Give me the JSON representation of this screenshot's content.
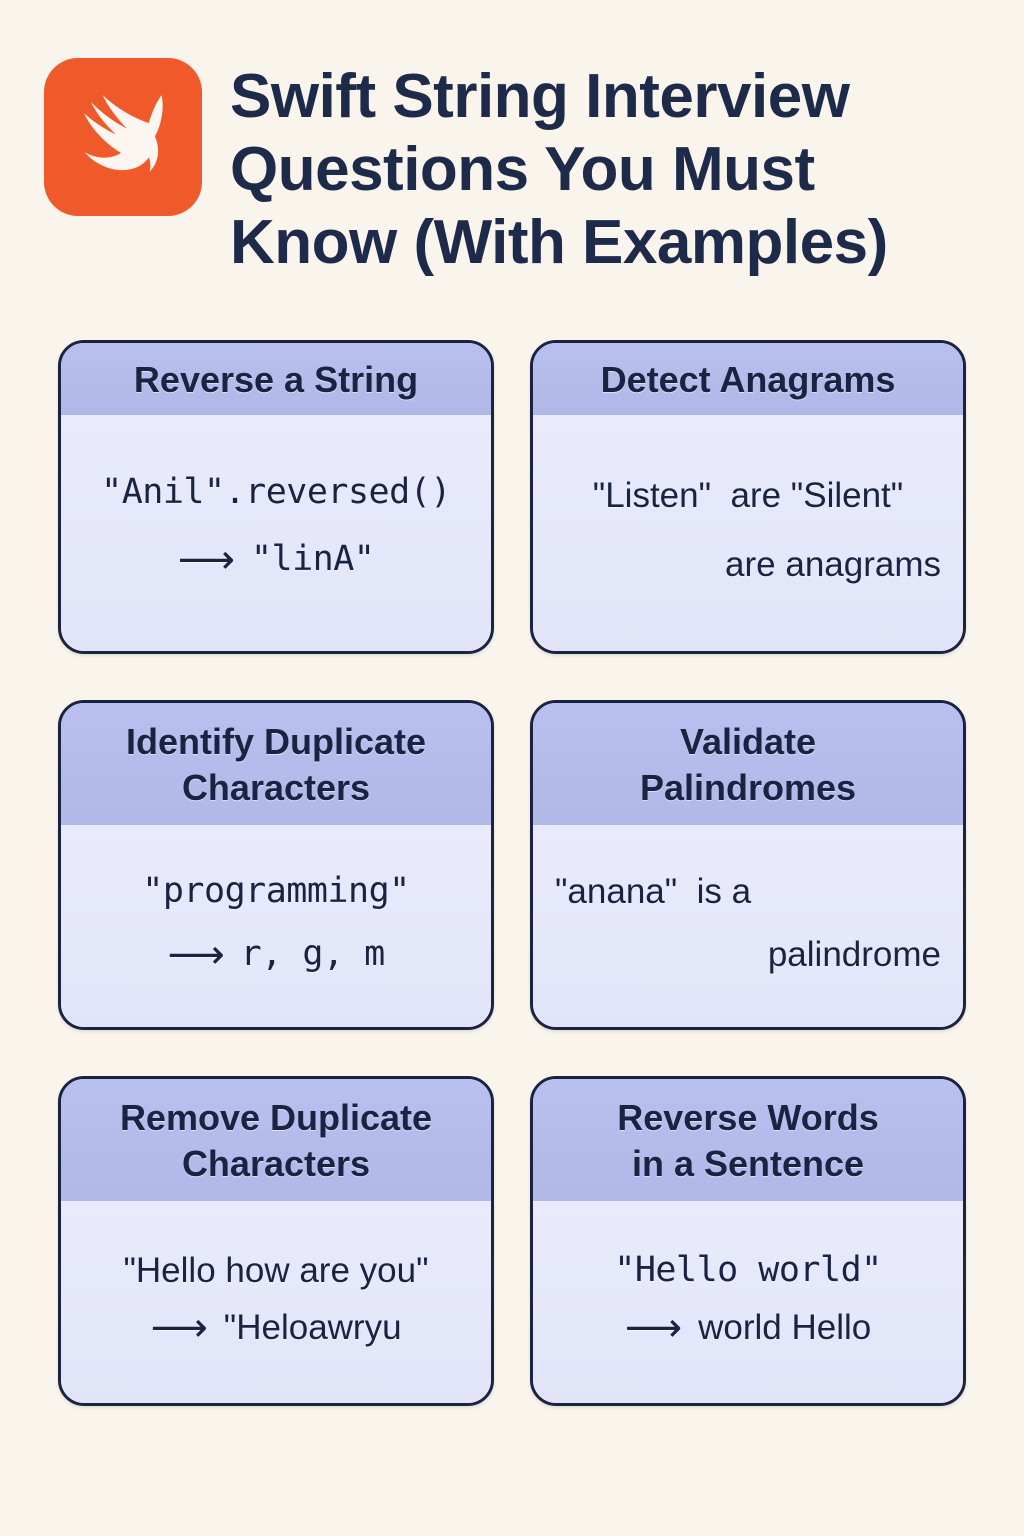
{
  "header": {
    "logo_icon": "swift-bird-logo",
    "logo_bg_color": "#f05a2a",
    "title": "Swift String Interview\nQuestions You Must\nKnow (With Examples)"
  },
  "theme": {
    "page_background": "#faf5ec",
    "card_border": "#1b2342",
    "card_header_band": "#b0b8e8",
    "card_body_bg": "#e7e9fb",
    "text_navy": "#1e2a4a"
  },
  "cards": [
    {
      "title": "Reverse a String",
      "lines": [
        {
          "text": "\"Anil\".reversed()",
          "font": "mono",
          "align": "center",
          "arrow": false
        },
        {
          "text": "\"linA\"",
          "font": "mono",
          "align": "center",
          "arrow": true
        }
      ]
    },
    {
      "title": "Detect Anagrams",
      "lines": [
        {
          "text": "\"Listen\"  are \"Silent\"",
          "font": "sans",
          "align": "center",
          "arrow": false
        },
        {
          "text": "are anagrams",
          "font": "sans",
          "align": "right",
          "arrow": false
        }
      ]
    },
    {
      "title": "Identify Duplicate\nCharacters",
      "lines": [
        {
          "text": "\"programming\"",
          "font": "mono",
          "align": "center",
          "arrow": false
        },
        {
          "text": "r, g, m",
          "font": "mono",
          "align": "center",
          "arrow": true
        }
      ]
    },
    {
      "title": "Validate\nPalindromes",
      "lines": [
        {
          "text": "\"anana\"  is a",
          "font": "sans",
          "align": "left",
          "arrow": false
        },
        {
          "text": "palindrome",
          "font": "sans",
          "align": "right",
          "arrow": false
        }
      ]
    },
    {
      "title": "Remove Duplicate\nCharacters",
      "lines": [
        {
          "text": "\"Hello how are you\"",
          "font": "sans",
          "align": "center",
          "arrow": false
        },
        {
          "text": "\"Heloawryu",
          "font": "sans",
          "align": "center",
          "arrow": true
        }
      ]
    },
    {
      "title": "Reverse Words\nin a Sentence",
      "lines": [
        {
          "text": "\"Hello world\"",
          "font": "mono",
          "align": "center",
          "arrow": false
        },
        {
          "text": "world Hello",
          "font": "sans",
          "align": "center",
          "arrow": true
        }
      ]
    }
  ],
  "icons": {
    "arrow_right": "⟶"
  }
}
